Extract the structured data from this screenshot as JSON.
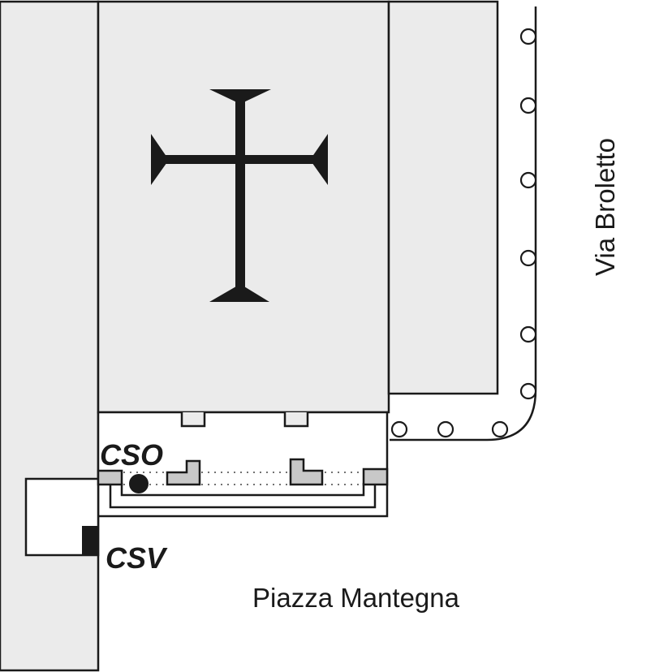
{
  "labels": {
    "cso": "CSO",
    "csv": "CSV",
    "piazza": "Piazza Mantegna",
    "via": "Via Broletto"
  },
  "colors": {
    "building": "#ebebeb",
    "element": "#c8c8c8",
    "stroke": "#1a1a1a"
  }
}
